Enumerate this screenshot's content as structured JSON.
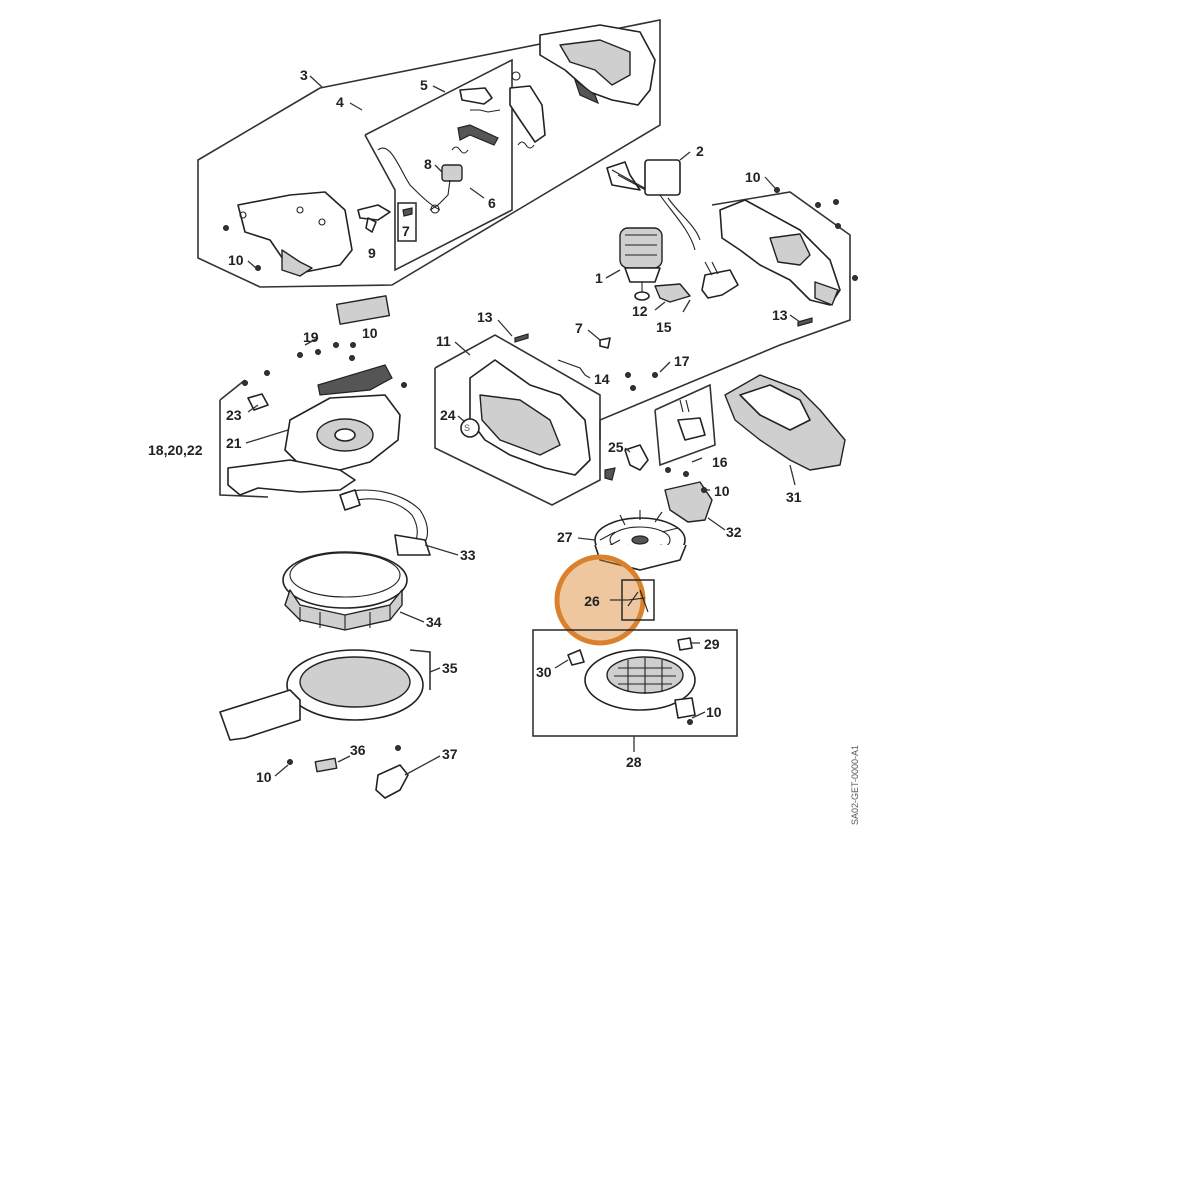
{
  "drawing_reference": "SA02-GET-0000-A1",
  "highlight": {
    "color": "#d9822b",
    "label": "26"
  },
  "callouts": {
    "p1": "1",
    "p2": "2",
    "p3": "3",
    "p4": "4",
    "p5": "5",
    "p6": "6",
    "p7a": "7",
    "p7b": "7",
    "p8": "8",
    "p9": "9",
    "p10a": "10",
    "p10b": "10",
    "p10c": "10",
    "p10d": "10",
    "p10e": "10",
    "p10f": "10",
    "p11": "11",
    "p12": "12",
    "p13a": "13",
    "p13b": "13",
    "p14": "14",
    "p15": "15",
    "p16": "16",
    "p17": "17",
    "p18": "18,20,22",
    "p19": "19",
    "p21": "21",
    "p23": "23",
    "p24": "24",
    "p25": "25",
    "p27": "27",
    "p28": "28",
    "p29": "29",
    "p30": "30",
    "p31": "31",
    "p32": "32",
    "p33": "33",
    "p34": "34",
    "p35": "35",
    "p36": "36",
    "p37": "37"
  }
}
